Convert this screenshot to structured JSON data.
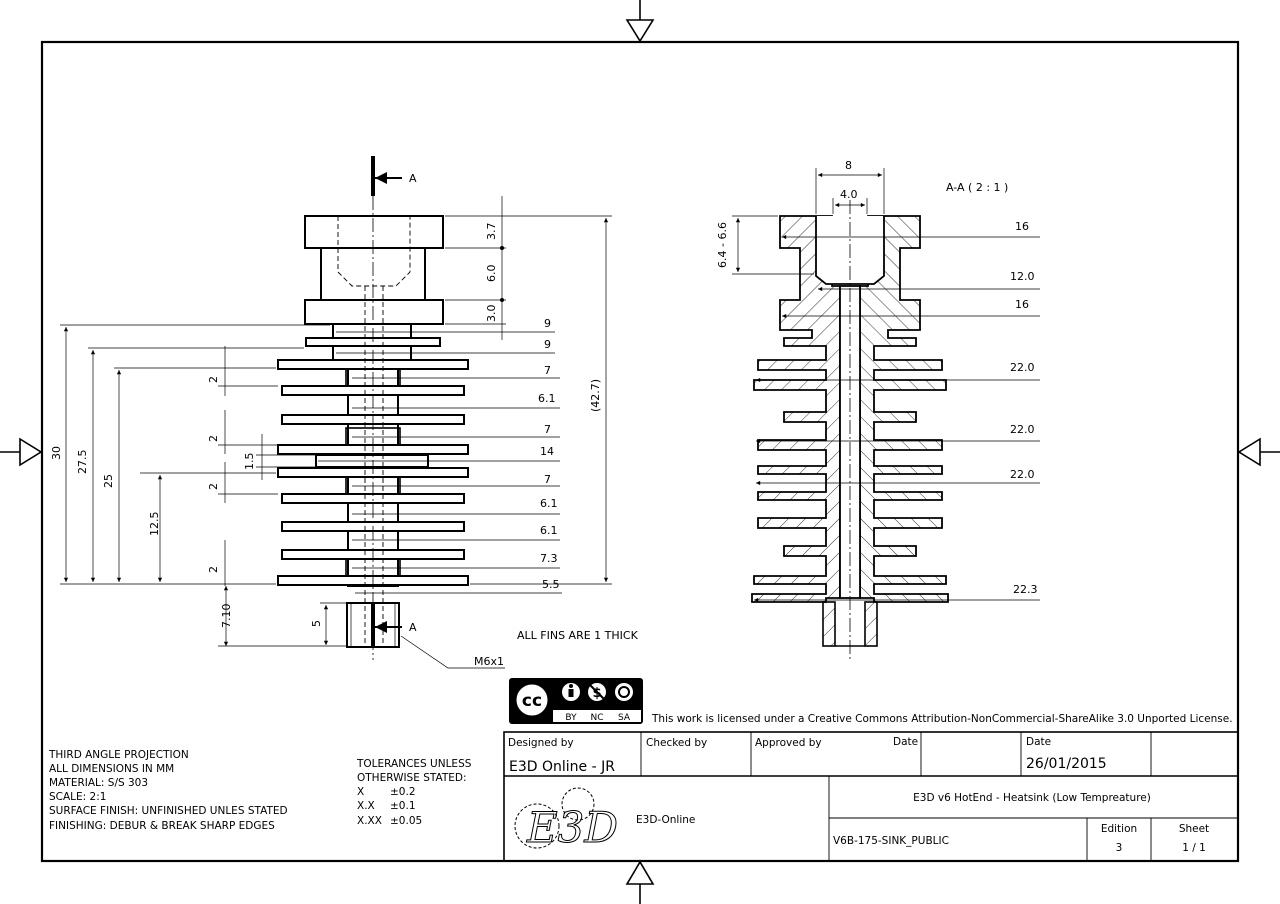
{
  "drawing": {
    "view_label_section": "A-A ( 2 : 1 )",
    "cut_marker": "A",
    "note_fins": "ALL FINS ARE 1 THICK",
    "thread_callout": "M6x1"
  },
  "front_view_dims": {
    "right_diameters": [
      "9",
      "9",
      "7",
      "6.1",
      "7",
      "14",
      "7",
      "6.1",
      "6.1",
      "7.3",
      "5.5"
    ],
    "vertical_right": [
      "3.7",
      "6.0",
      "3.0",
      "(42.7)"
    ],
    "vertical_left": [
      "30",
      "27.5",
      "25",
      "12.5",
      "2",
      "2",
      "2",
      "2",
      "1.5",
      "7.10",
      "5"
    ]
  },
  "section_view_dims": {
    "top": [
      "8",
      "4.0"
    ],
    "left": "6.4 - 6.6",
    "right": [
      "16",
      "12.0",
      "16",
      "22.0",
      "22.0",
      "22.0",
      "22.3"
    ]
  },
  "license": {
    "cc_badge": "cc",
    "cc_terms": [
      "BY",
      "NC",
      "SA"
    ],
    "text": "This work is licensed under a Creative Commons Attribution-NonCommercial-ShareAlike 3.0 Unported License."
  },
  "notes": [
    "THIRD ANGLE PROJECTION",
    "ALL DIMENSIONS IN MM",
    "MATERIAL: S/S 303",
    "SCALE: 2:1",
    "SURFACE FINISH: UNFINISHED UNLES STATED",
    "FINISHING: DEBUR & BREAK SHARP EDGES"
  ],
  "tolerances": {
    "heading": [
      "TOLERANCES UNLESS",
      "OTHERWISE STATED:"
    ],
    "rows": [
      [
        "X",
        "±0.2"
      ],
      [
        "X.X",
        "±0.1"
      ],
      [
        "X.XX",
        "±0.05"
      ]
    ]
  },
  "title_block": {
    "designed_by_label": "Designed by",
    "designed_by_value": "E3D Online - JR",
    "checked_by_label": "Checked by",
    "approved_by_label": "Approved by",
    "date_label_1": "Date",
    "date_label_2": "Date",
    "date_value": "26/01/2015",
    "company": "E3D-Online",
    "title": "E3D v6 HotEnd - Heatsink (Low Tempreature)",
    "part_number": "V6B-175-SINK_PUBLIC",
    "edition_label": "Edition",
    "edition_value": "3",
    "sheet_label": "Sheet",
    "sheet_value": "1 / 1"
  },
  "logo_text": "E3D"
}
